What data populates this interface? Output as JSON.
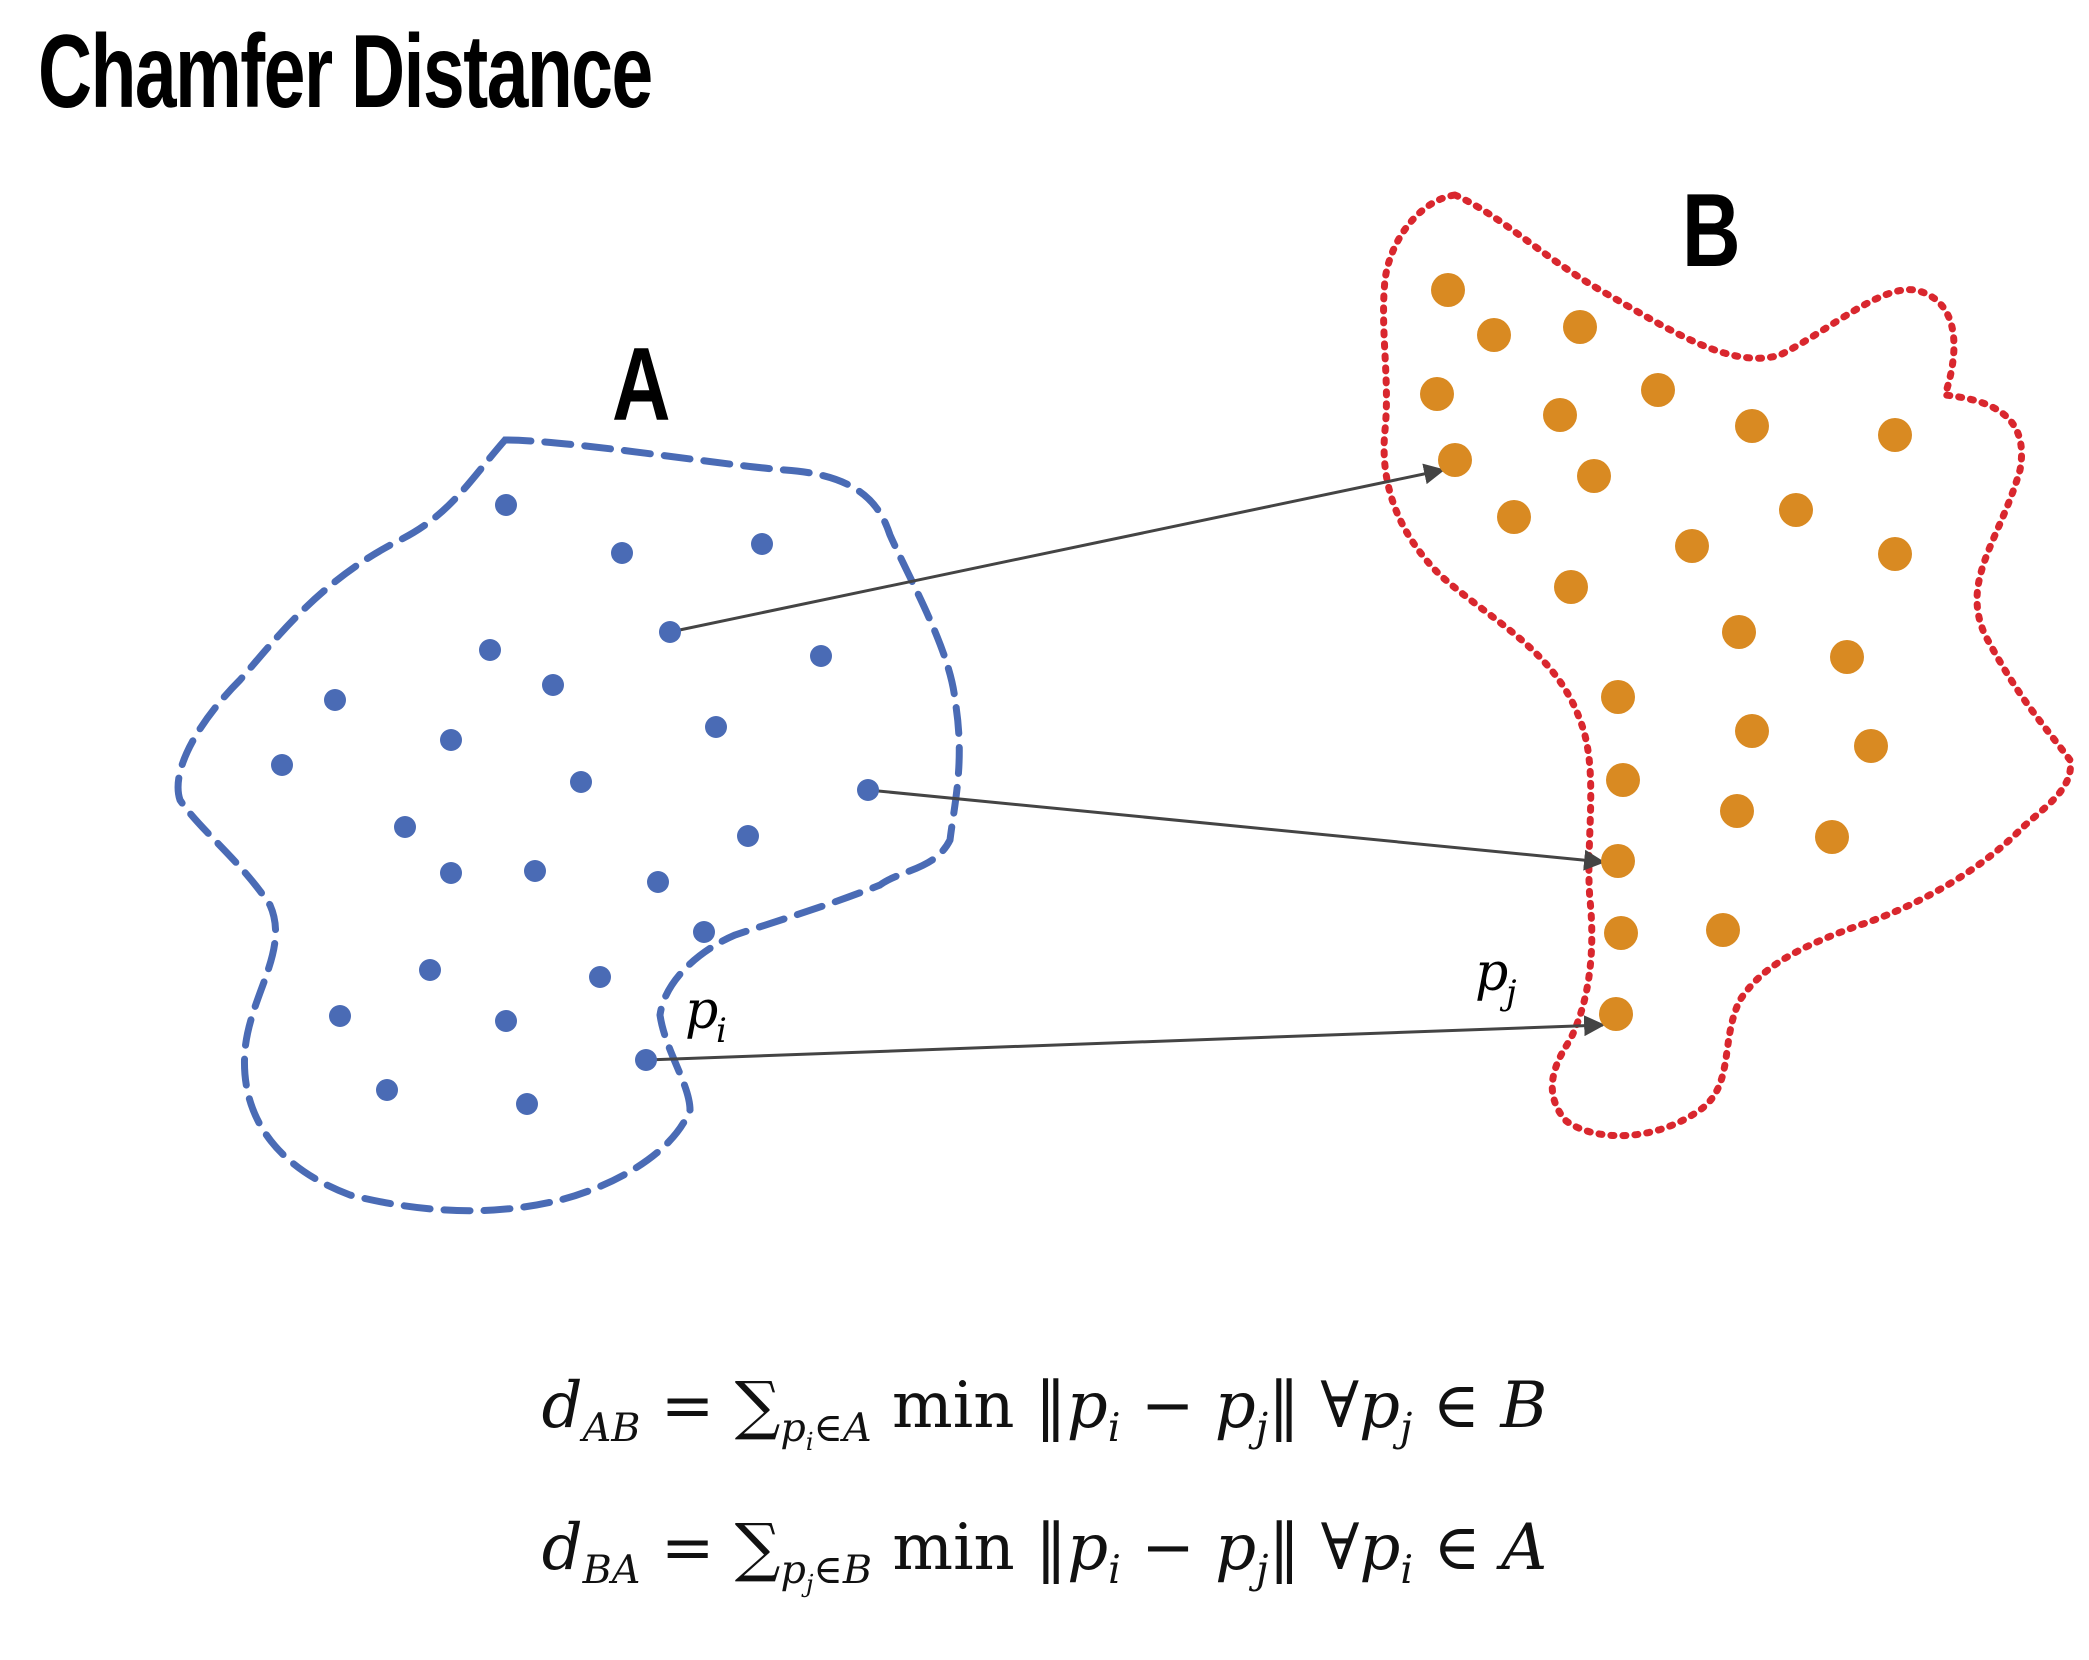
{
  "title": "Chamfer Distance",
  "diagram": {
    "set_a": {
      "label": "A",
      "outline_style": "dashed",
      "outline_color": "#4a6bb5",
      "point_color": "#4a6bb5"
    },
    "set_b": {
      "label": "B",
      "outline_style": "dotted",
      "outline_color": "#d9272e",
      "point_color": "#d98a22"
    },
    "arrow_color": "#444444",
    "point_i": {
      "base": "p",
      "subscript": "i"
    },
    "point_j": {
      "base": "p",
      "subscript": "j"
    }
  },
  "formulas": {
    "d_ab": {
      "lhs": "d",
      "lhs_sub": "AB",
      "eq": "=",
      "sum": "∑",
      "sum_sub": "p",
      "sum_sub_i": "i",
      "sum_in": "∈A",
      "min": "min",
      "norm": "‖p",
      "a_i": "i",
      "minus": " − p",
      "b_j": "j",
      "close": "‖",
      "forall": "∀p",
      "forall_sub": "j",
      "in_set": " ∈ B"
    },
    "d_ba": {
      "lhs": "d",
      "lhs_sub": "BA",
      "eq": "=",
      "sum": "∑",
      "sum_sub": "p",
      "sum_sub_i": "j",
      "sum_in": "∈B",
      "min": "min",
      "norm": "‖p",
      "a_i": "i",
      "minus": " − p",
      "b_j": "j",
      "close": "‖",
      "forall": "∀p",
      "forall_sub": "i",
      "in_set": " ∈ A"
    }
  }
}
